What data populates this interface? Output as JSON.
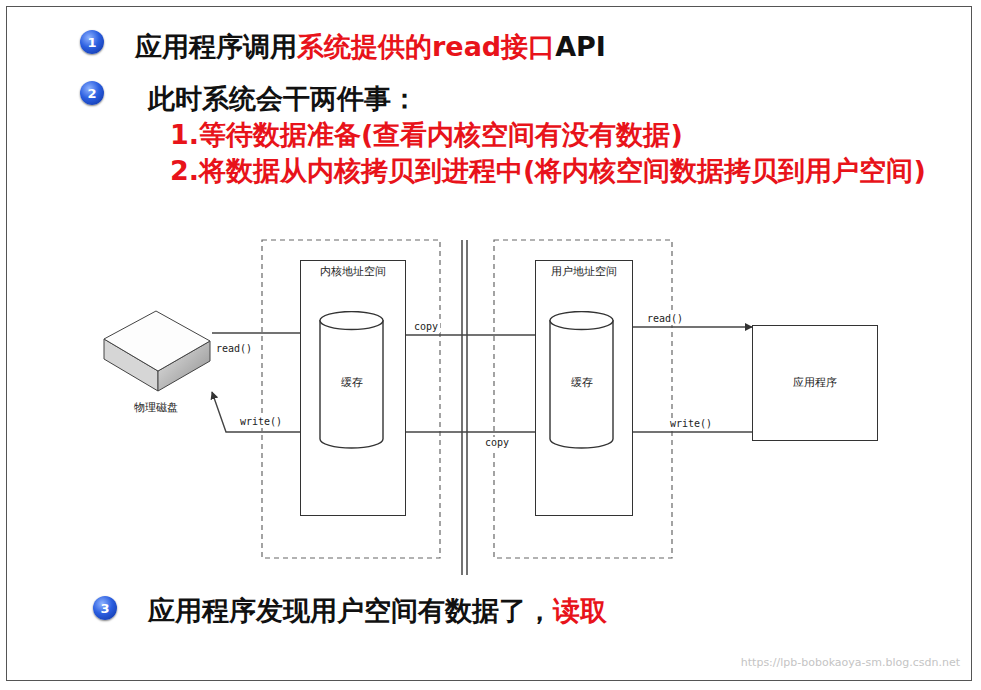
{
  "diagram": {
    "nodes": [
      {
        "text": [
          "物理磁盘"
        ]
      },
      {
        "text": [
          "内核地址空间"
        ]
      },
      {
        "text": [
          "缓存"
        ],
        "in": 1
      },
      {
        "text": [
          "用户地址空间"
        ]
      },
      {
        "text": [
          "缓存"
        ],
        "in": 3
      },
      {
        "text": [
          "应用程序"
        ]
      }
    ],
    "edges": [
      {
        "from": 0,
        "to": 2,
        "label": "read()",
        "arrow": "to"
      },
      {
        "from": 2,
        "to": 0,
        "label": "write()",
        "arrow": "to"
      },
      {
        "from": 2,
        "to": 4,
        "label": "copy",
        "arrow": "to"
      },
      {
        "from": 4,
        "to": 2,
        "label": "copy",
        "arrow": "to"
      },
      {
        "from": 4,
        "to": 5,
        "label": "read()",
        "arrow": "to"
      },
      {
        "from": 5,
        "to": 4,
        "label": "write()",
        "arrow": "to"
      }
    ],
    "labels": [
      "1",
      "应用程序调用",
      "系统提供的read接口",
      "API",
      "2",
      "此时系统会干两件事：",
      "1.等待数据准备(查看内核空间有没有数据)",
      "2.将数据从内核拷贝到进程中(将内核空间数据拷贝到用户空间)",
      "3",
      "应用程序发现用户空间有数据了，",
      "读取",
      "https://lpb-bobokaoya-sm.blog.csdn.net"
    ]
  }
}
